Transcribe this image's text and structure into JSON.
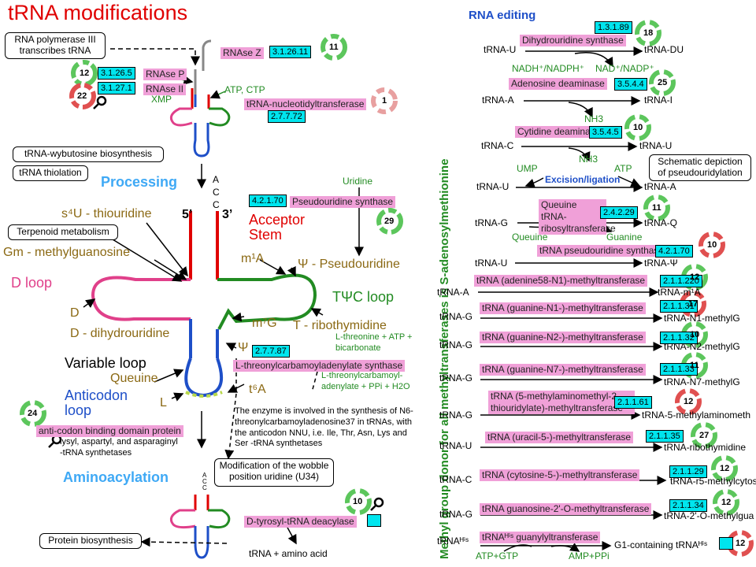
{
  "title": "tRNA modifications",
  "rna_editing_title": "RNA editing",
  "vertical_label": "Methyl group donor for all methyltransferases is S-adenosylmethionine",
  "boxes": {
    "polymerase": "RNA polymerase III transcribes tRNA",
    "wybutosine": "tRNA-wybutosine biosynthesis",
    "thiolation": "tRNA thiolation",
    "terpenoid": "Terpenoid metabolism",
    "wobble": "Modification of the wobble position uridine (U34)",
    "protein_bio": "Protein biosynthesis",
    "pseudo_schematic": "Schematic depiction of pseudouridylation"
  },
  "stages": {
    "processing": "Processing",
    "aminoacylation": "Aminoacylation",
    "acc_top": [
      "A",
      "C",
      "C"
    ],
    "acc_bottom": [
      "A",
      "C",
      "C"
    ],
    "five_prime": "5’",
    "three_prime": "3’"
  },
  "structure_labels": {
    "acceptor_stem": "Acceptor Stem",
    "d_loop": "D loop",
    "tpsic_loop": "TΨC loop",
    "variable_loop": "Variable loop",
    "anticodon_loop": "Anticodon loop",
    "s4u": "s⁴U - thiouridine",
    "gm": "Gm - methylguanosine",
    "d": "D",
    "d_dihydro": "D - dihydrouridine",
    "m1a": "m¹A",
    "psi": "Ψ - Pseudouridine",
    "m7g": "m⁷G",
    "t_ribo": "T - ribothymidine",
    "psi_small": "Ψ",
    "queuine": "Queuine",
    "l": "L",
    "t6a": "t⁶A",
    "uridine": "Uridine"
  },
  "left_enzymes": [
    {
      "name": "RNAse Z",
      "ec": "3.1.26.11",
      "count": "11"
    },
    {
      "name": "RNAse P",
      "ec": "3.1.26.5",
      "count": "12"
    },
    {
      "name": "RNAse II",
      "ec": "3.1.27.1",
      "count": "22"
    },
    {
      "name": "tRNA-nucleotidyltransferase",
      "ec": "2.7.7.72",
      "count": "1"
    },
    {
      "name": "Pseudouridine synthase",
      "ec": "4.2.1.70",
      "count": "29"
    },
    {
      "name": "L-threonylcarbamoyladenylate synthase",
      "ec": "2.7.7.87",
      "count": ""
    },
    {
      "name": "anti-codon binding domain protein",
      "ec": "",
      "count": "24"
    },
    {
      "name": "D-tyrosyl-tRNA deacylase",
      "ec": "",
      "count": "10"
    }
  ],
  "left_misc": {
    "xmp": "XMP",
    "atp_ctp": "ATP, CTP",
    "thr_in": "L-threonine + ATP + bicarbonate",
    "thr_out": "L-threonylcarbamoyl-adenylate + PPi + H2O",
    "t6a_note": "The enzyme is involved in the synthesis of N6-threonylcarbamoyladenosine37 in tRNAs, with the anticodon NNU, i.e. Ile, Thr, Asn, Lys and Ser -tRNA synthetases",
    "anticodon_note": "lysyl, aspartyl, and asparaginyl -tRNA synthetases",
    "deacylase_product": "tRNA + amino acid"
  },
  "editing": [
    {
      "enzyme": "Dihydrouridine synthase",
      "ec": "1.3.1.89",
      "count": "18",
      "from": "tRNA-U",
      "to": "tRNA-DU",
      "side_in": "NADH⁺/NADPH⁺",
      "side_out": "NAD⁺/NADP⁺"
    },
    {
      "enzyme": "Adenosine deaminase",
      "ec": "3.5.4.4",
      "count": "25",
      "from": "tRNA-A",
      "to": "tRNA-I",
      "side_out": "NH3"
    },
    {
      "enzyme": "Cytidine deaminase",
      "ec": "3.5.4.5",
      "count": "10",
      "from": "tRNA-C",
      "to": "tRNA-U",
      "side_out": "NH3"
    },
    {
      "enzyme": "Excision/ligation",
      "from": "tRNA-U",
      "to": "tRNA-A",
      "side_in": "UMP",
      "side_out": "ATP"
    },
    {
      "enzyme": "Queuine tRNA-ribosyltransferase",
      "ec": "2.4.2.29",
      "count": "11",
      "from": "tRNA-G",
      "to": "tRNA-Q",
      "side_in": "Queuine",
      "side_out": "Guanine"
    },
    {
      "enzyme": "tRNA pseudouridine synthase",
      "ec": "4.2.1.70",
      "count": "10",
      "from": "tRNA-U",
      "to": "tRNA-Ψ"
    }
  ],
  "methyl": [
    {
      "enzyme": "tRNA (adenine58-N1)-methyltransferase",
      "ec": "2.1.1.220",
      "count": "12",
      "from": "tRNA-A",
      "to": "tRNA-m¹A"
    },
    {
      "enzyme": "tRNA (guanine-N1-)-methyltransferase",
      "ec": "2.1.1.31",
      "count": "17",
      "from": "tRNA-G",
      "to": "tRNA-N1-methylG"
    },
    {
      "enzyme": "tRNA (guanine-N2-)-methyltransferase",
      "ec": "2.1.1.32",
      "count": "10",
      "from": "tRNA-G",
      "to": "tRNA-N2-methylG"
    },
    {
      "enzyme": "tRNA (guanine-N7-)-methyltransferase",
      "ec": "2.1.1.33",
      "count": "11",
      "from": "tRNA-G",
      "to": "tRNA-N7-methylG"
    },
    {
      "enzyme": "tRNA (5-methylaminomethyl-2-thiouridylate)-methyltransferase",
      "ec": "2.1.1.61",
      "count": "12",
      "from": "tRNA-G",
      "to": "tRNA-5-methylaminometh"
    },
    {
      "enzyme": "tRNA (uracil-5-)-methyltransferase",
      "ec": "2.1.1.35",
      "count": "27",
      "from": "tRNA-U",
      "to": "tRNA-ribothymidine"
    },
    {
      "enzyme": "tRNA (cytosine-5-)-methyltransferase",
      "ec": "2.1.1.29",
      "count": "12",
      "from": "tRNA-C",
      "to": "tRNA-r5-methylcytos"
    },
    {
      "enzyme": "tRNA guanosine-2'-O-methyltransferase",
      "ec": "2.1.1.34",
      "count": "12",
      "from": "tRNA-G",
      "to": "tRNA-2'-O-methylgua"
    },
    {
      "enzyme": "tRNAᴴⁱˢ guanylyltransferase",
      "ec": "",
      "count": "12",
      "from": "tRNAᴴⁱˢ",
      "to": "G1-containing tRNAᴴⁱˢ",
      "side_in": "ATP+GTP",
      "side_out": "AMP+PPi"
    }
  ],
  "colors": {
    "pink": "#f0a0d8",
    "ec": "#00e5ee",
    "green": "#228b22",
    "red": "#e00000",
    "blue": "#1e4fc8",
    "magenta": "#e0408a"
  }
}
